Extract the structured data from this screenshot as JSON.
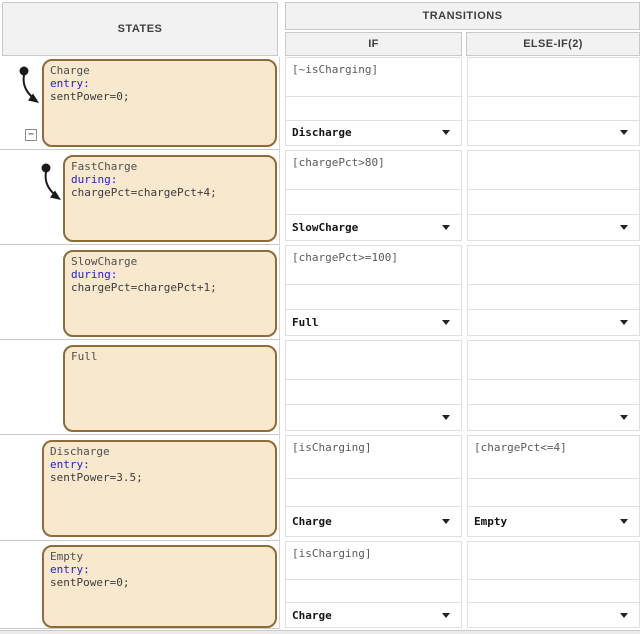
{
  "titles": {
    "states_header": "STATES",
    "transitions_header": "TRANSITIONS",
    "if_column": "IF",
    "else_if_column": "ELSE-IF(2)"
  },
  "icons": {
    "collapse_glyph": "−",
    "default_transition": "default-transition-arrow",
    "dropdown": "dropdown-caret"
  },
  "colors": {
    "state_fill": "#f7e8ce",
    "state_border": "#8d6c3a",
    "keyword_text": "#2222cc",
    "condition_text": "#5a5a5a",
    "header_bg": "#f2f2f2",
    "grid_line": "#c9c9c9"
  },
  "states": [
    {
      "name": "Charge",
      "keyword": "entry:",
      "code": "sentPower=0;"
    },
    {
      "name": "FastCharge",
      "keyword": "during:",
      "code": "chargePct=chargePct+4;"
    },
    {
      "name": "SlowCharge",
      "keyword": "during:",
      "code": "chargePct=chargePct+1;"
    },
    {
      "name": "Full",
      "keyword": "",
      "code": ""
    },
    {
      "name": "Discharge",
      "keyword": "entry:",
      "code": "sentPower=3.5;"
    },
    {
      "name": "Empty",
      "keyword": "entry:",
      "code": "sentPower=0;"
    }
  ],
  "transitions": [
    {
      "if": {
        "condition": "[~isCharging]",
        "action": "",
        "destination": "Discharge"
      },
      "else_if": {
        "condition": "",
        "action": "",
        "destination": ""
      }
    },
    {
      "if": {
        "condition": "[chargePct>80]",
        "action": "",
        "destination": "SlowCharge"
      },
      "else_if": {
        "condition": "",
        "action": "",
        "destination": ""
      }
    },
    {
      "if": {
        "condition": "[chargePct>=100]",
        "action": "",
        "destination": "Full"
      },
      "else_if": {
        "condition": "",
        "action": "",
        "destination": ""
      }
    },
    {
      "if": {
        "condition": "",
        "action": "",
        "destination": ""
      },
      "else_if": {
        "condition": "",
        "action": "",
        "destination": ""
      }
    },
    {
      "if": {
        "condition": "[isCharging]",
        "action": "",
        "destination": "Charge"
      },
      "else_if": {
        "condition": "[chargePct<=4]",
        "action": "",
        "destination": "Empty"
      }
    },
    {
      "if": {
        "condition": "[isCharging]",
        "action": "",
        "destination": "Charge"
      },
      "else_if": {
        "condition": "",
        "action": "",
        "destination": ""
      }
    }
  ]
}
